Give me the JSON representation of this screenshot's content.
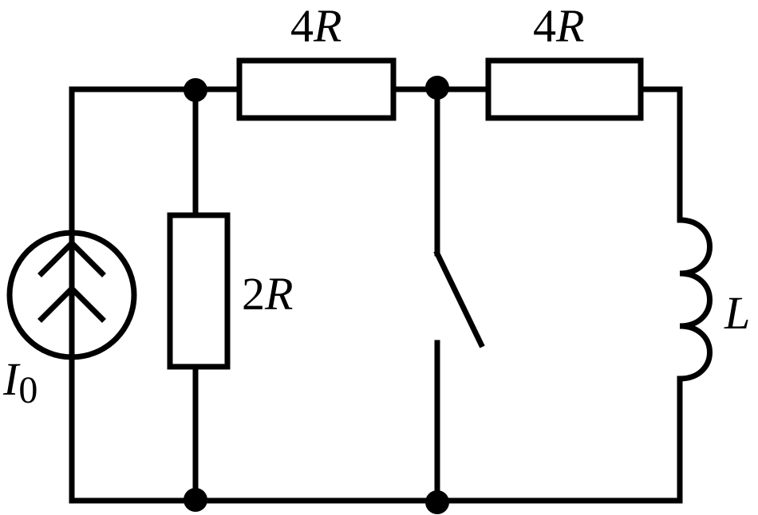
{
  "labels": {
    "r_top_left": {
      "num": "4",
      "sym": "R"
    },
    "r_top_right": {
      "num": "4",
      "sym": "R"
    },
    "r_vertical": {
      "num": "2",
      "sym": "R"
    },
    "inductor": "L",
    "source": {
      "sym": "I",
      "sub": "0"
    }
  }
}
